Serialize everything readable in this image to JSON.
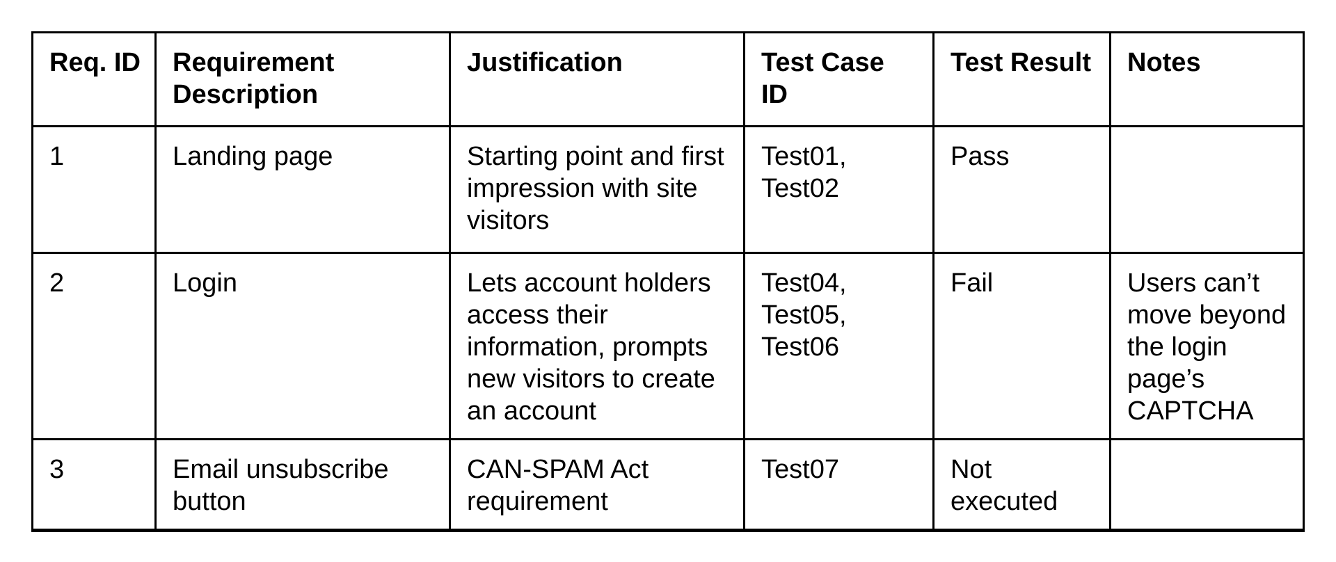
{
  "colors": {
    "background": "#ffffff",
    "border": "#000000",
    "text": "#000000"
  },
  "table": {
    "headers": [
      "Req. ID",
      "Requirement\nDescription",
      "Justification",
      "Test Case\nID",
      "Test Result",
      "Notes"
    ],
    "rows": [
      {
        "req_id": "1",
        "description": "Landing page",
        "justification": "Starting point and first\nimpression with site\nvisitors",
        "test_case_id": "Test01,\nTest02",
        "test_result": "Pass",
        "notes": ""
      },
      {
        "req_id": "2",
        "description": "Login",
        "justification": "Lets account holders\naccess their\ninformation, prompts\nnew visitors to create\nan account",
        "test_case_id": "Test04,\nTest05,\nTest06",
        "test_result": "Fail",
        "notes": "Users can’t\nmove beyond\nthe login\npage’s\nCAPTCHA"
      },
      {
        "req_id": "3",
        "description": "Email unsubscribe\nbutton",
        "justification": "CAN-SPAM Act\nrequirement",
        "test_case_id": "Test07",
        "test_result": "Not\nexecuted",
        "notes": ""
      }
    ]
  }
}
